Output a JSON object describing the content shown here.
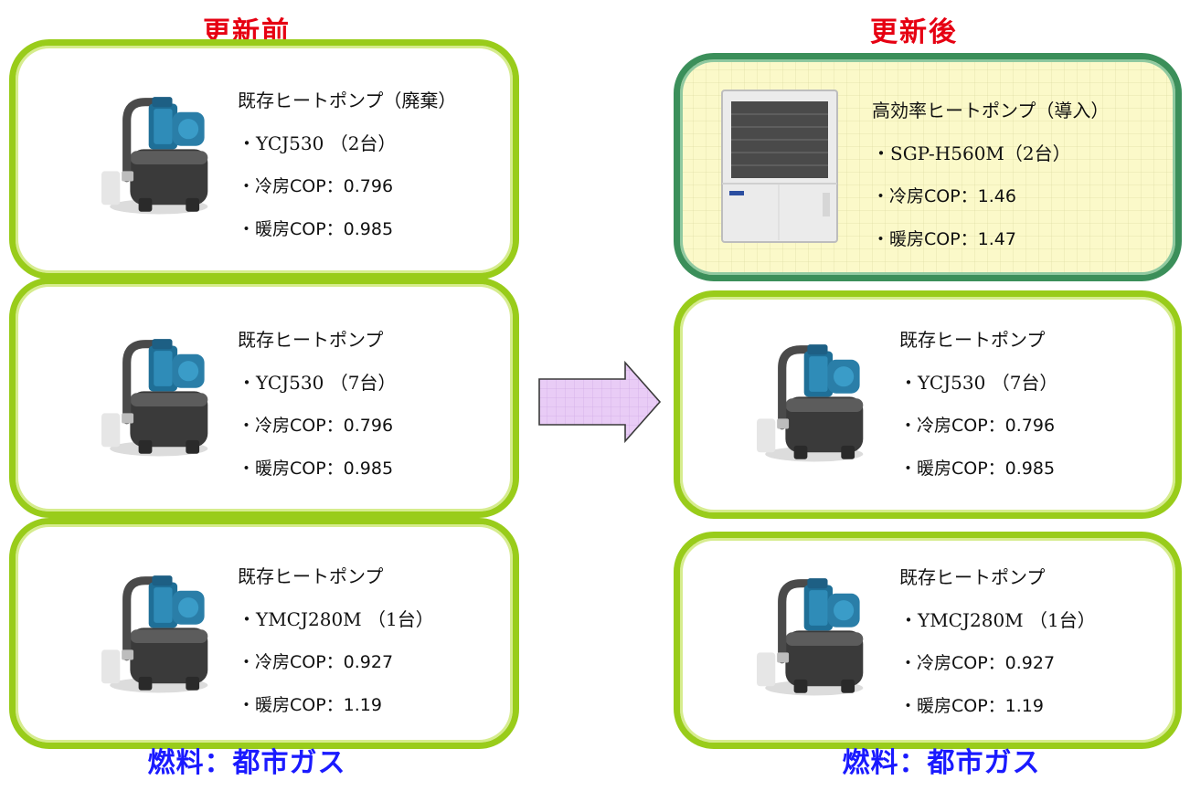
{
  "before": {
    "title": "更新前",
    "fuel": "燃料：都市ガス",
    "units": [
      {
        "name": "既存ヒートポンプ（廃棄）",
        "model": "・YCJ530 （2台）",
        "cooling": "・冷房COP：0.796",
        "heating": "・暖房COP：0.985",
        "icon": "water-pump-icon"
      },
      {
        "name": "既存ヒートポンプ",
        "model": "・YCJ530 （7台）",
        "cooling": "・冷房COP：0.796",
        "heating": "・暖房COP：0.985",
        "icon": "water-pump-icon"
      },
      {
        "name": "既存ヒートポンプ",
        "model": "・YMCJ280M （1台）",
        "cooling": "・冷房COP：0.927",
        "heating": "・暖房COP：1.19",
        "icon": "water-pump-icon"
      }
    ]
  },
  "after": {
    "title": "更新後",
    "fuel": "燃料：都市ガス",
    "units": [
      {
        "name": "高効率ヒートポンプ（導入）",
        "model": "・SGP-H560M（2台）",
        "cooling": "・冷房COP：1.46",
        "heating": "・暖房COP：1.47",
        "icon": "outdoor-heat-pump-unit-icon",
        "highlight": true
      },
      {
        "name": "既存ヒートポンプ",
        "model": "・YCJ530 （7台）",
        "cooling": "・冷房COP：0.796",
        "heating": "・暖房COP：0.985",
        "icon": "water-pump-icon"
      },
      {
        "name": "既存ヒートポンプ",
        "model": "・YMCJ280M （1台）",
        "cooling": "・冷房COP：0.927",
        "heating": "・暖房COP：1.19",
        "icon": "water-pump-icon"
      }
    ]
  },
  "colors": {
    "title": "#e60012",
    "fuel": "#1a1aff",
    "box_border": "#99cc1a",
    "highlight_border": "#3b8f5a",
    "highlight_fill": "#fbf9c9",
    "arrow_fill": "#e9ccf6"
  }
}
